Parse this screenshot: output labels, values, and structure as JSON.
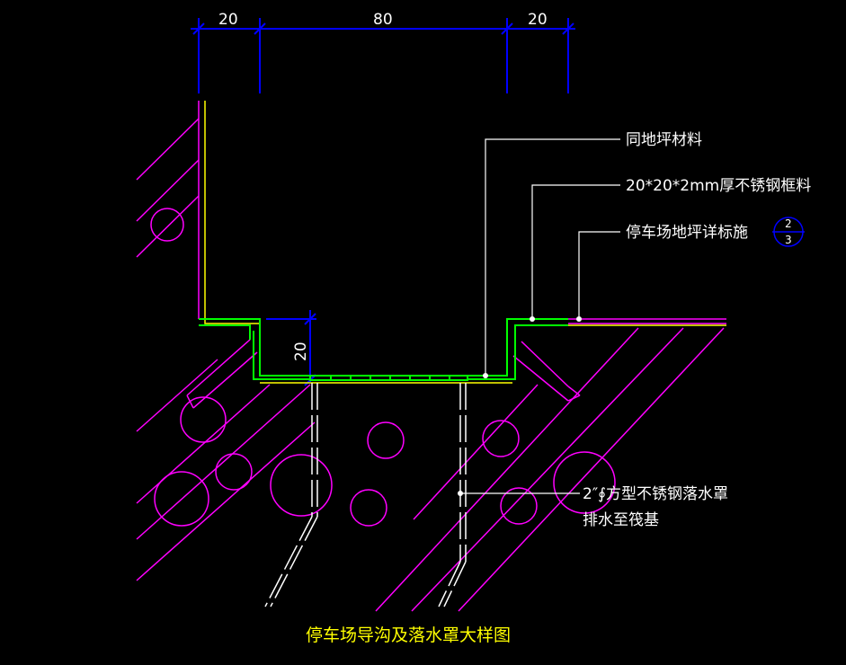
{
  "dimensions": {
    "top_left": "20",
    "top_middle": "80",
    "top_right": "20",
    "vertical": "20"
  },
  "notes": {
    "note1": "同地坪材料",
    "note2": "20*20*2mm厚不锈钢框料",
    "note3": "停车场地坪详标施",
    "detail_ref_top": "2",
    "detail_ref_bottom": "3",
    "note4_line1": "2″∮方型不锈钢落水罩",
    "note4_line2": "排水至筏基"
  },
  "title": "停车场导沟及落水罩大样图",
  "colors": {
    "background": "#000000",
    "dimension": "#0000ff",
    "earth": "#ff00ff",
    "outline": "#ffff00",
    "frame": "#00ff00",
    "leader": "#ffffff"
  }
}
